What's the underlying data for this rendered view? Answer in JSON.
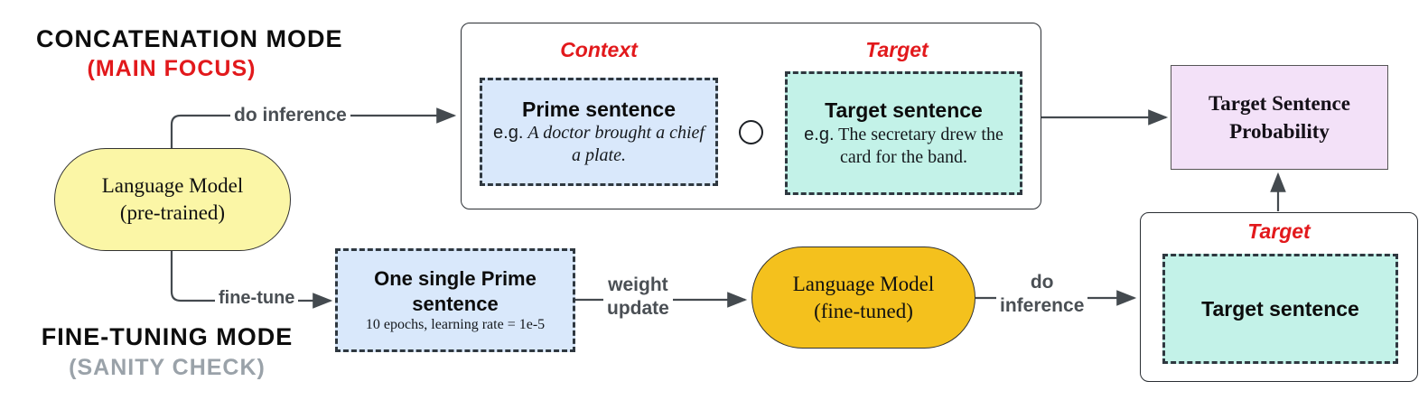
{
  "colors": {
    "red": "#e2191c",
    "gray-label": "#4a4f54",
    "line": "#444a4f",
    "blue-fill": "#d9e8fb",
    "teal-fill": "#c3f2e8",
    "yellow-fill": "#fbf6a6",
    "amber-fill": "#f4c11d",
    "purple-fill": "#f3e1f8"
  },
  "headers": {
    "concat_mode_title": "CONCATENATION MODE",
    "concat_mode_sub": "(MAIN FOCUS)",
    "finetune_mode_title": "FINE-TUNING MODE",
    "finetune_mode_sub": "(SANITY CHECK)"
  },
  "nodes": {
    "lm_pretrained": {
      "line1": "Language Model",
      "line2": "(pre-trained)"
    },
    "lm_finetuned": {
      "line1": "Language Model",
      "line2": "(fine-tuned)"
    },
    "context_caption": "Context",
    "target_caption_top": "Target",
    "target_caption_bottom": "Target",
    "prime_sentence": {
      "title": "Prime sentence",
      "eg": "e.g.",
      "example": "A doctor brought a chief a plate."
    },
    "target_sentence_top": {
      "title": "Target sentence",
      "eg": "e.g.",
      "example": "The secretary drew the card for the band."
    },
    "one_single_prime": {
      "title": "One single Prime sentence",
      "subtitle": "10 epochs, learning rate = 1e-5"
    },
    "target_sentence_bottom": {
      "title": "Target sentence"
    },
    "probability": {
      "line1": "Target Sentence",
      "line2": "Probability"
    }
  },
  "edges": {
    "do_inference_top": "do inference",
    "fine_tune": "fine-tune",
    "weight_update_line1": "weight",
    "weight_update_line2": "update",
    "do_inference_bottom_line1": "do",
    "do_inference_bottom_line2": "inference"
  }
}
